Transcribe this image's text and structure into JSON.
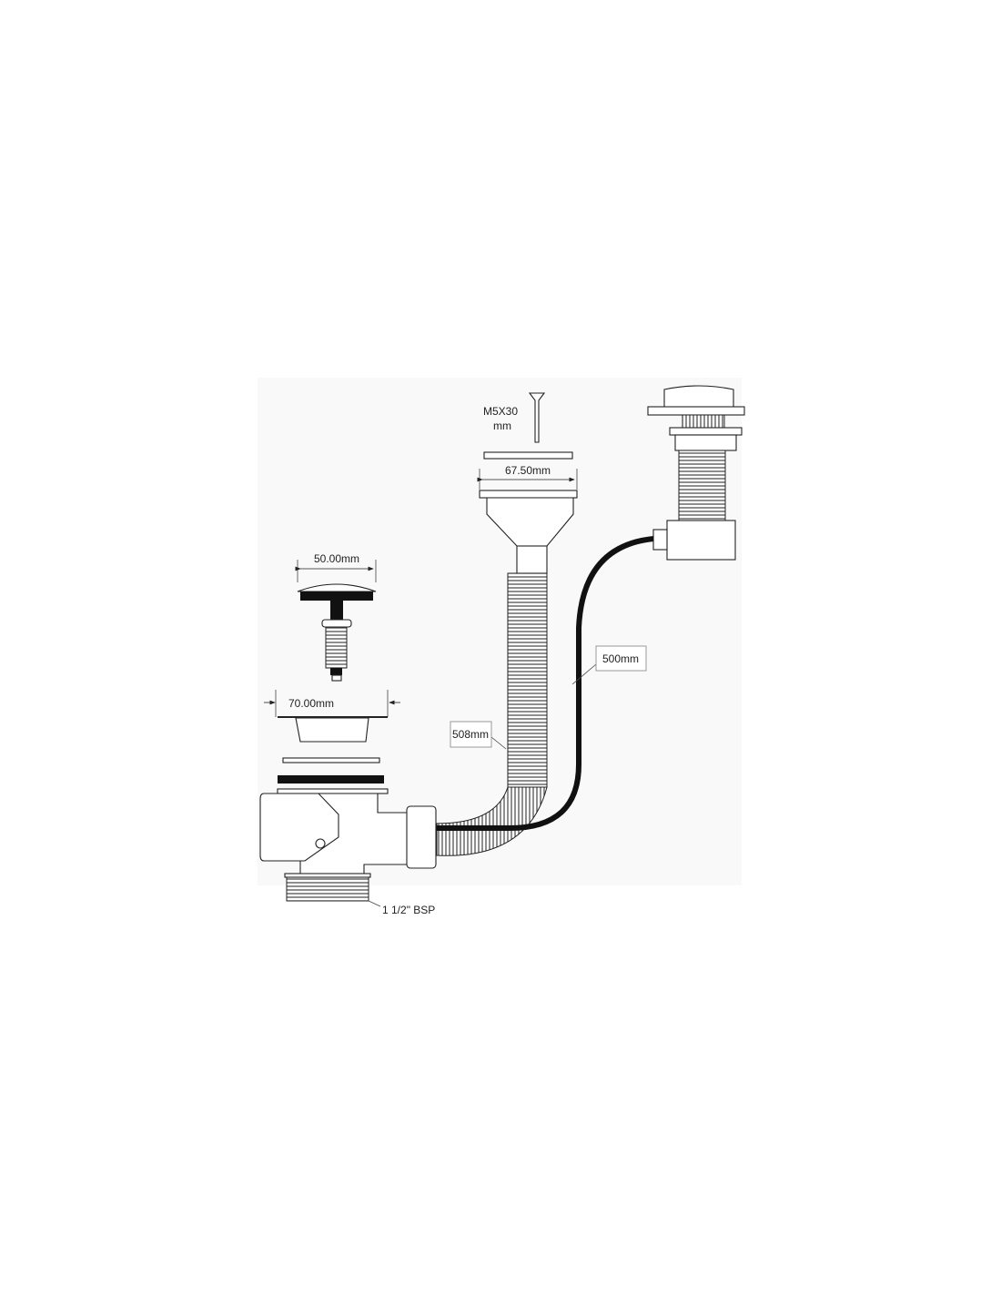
{
  "diagram": {
    "title": "Sink waste kit with overflow and cable",
    "labels": {
      "screw": "M5X30",
      "screw_unit": "mm",
      "strainer_width": "67.50mm",
      "plug_width": "50.00mm",
      "flange_width": "70.00mm",
      "hose_length": "508mm",
      "cable_length": "500mm",
      "thread_size": "1 1/2\" BSP"
    },
    "colors": {
      "line": "#222222",
      "cable": "#111111",
      "background": "#f9f9f9"
    }
  }
}
